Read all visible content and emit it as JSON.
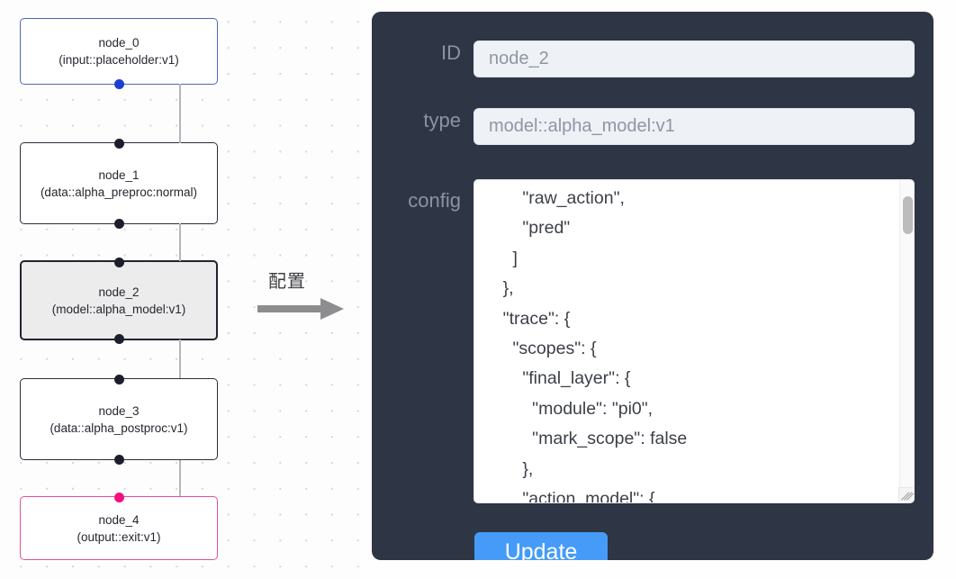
{
  "canvas": {
    "name": "node-flow-canvas",
    "grid_dot_color": "#d6d6d6",
    "edge_color": "#b6b6b9",
    "nodes": [
      {
        "id": "node_0",
        "type": "(input::placeholder:v1)",
        "variant": "input",
        "border_color": "#4b68b8",
        "handle_color": "#1b3fd0",
        "selected": false
      },
      {
        "id": "node_1",
        "type": "(data::alpha_preproc:normal)",
        "variant": "default",
        "border_color": "#2b2d3a",
        "handle_color": "#1c1e2b",
        "selected": false
      },
      {
        "id": "node_2",
        "type": "(model::alpha_model:v1)",
        "variant": "default",
        "border_color": "#22242e",
        "handle_color": "#1c1e2b",
        "selected": true
      },
      {
        "id": "node_3",
        "type": "(data::alpha_postproc:v1)",
        "variant": "default",
        "border_color": "#2b2d3a",
        "handle_color": "#1c1e2b",
        "selected": false
      },
      {
        "id": "node_4",
        "type": "(output::exit:v1)",
        "variant": "output",
        "border_color": "#e0519e",
        "handle_color": "#f3107f",
        "selected": false
      }
    ]
  },
  "annotation": {
    "label": "配置",
    "arrow_icon": "right-arrow-icon",
    "arrow_color": "#8d8d90"
  },
  "panel": {
    "background": "#2e3545",
    "fields": [
      {
        "label": "ID",
        "value": "node_2"
      },
      {
        "label": "type",
        "value": "model::alpha_model:v1"
      },
      {
        "label": "config",
        "value": "        \"raw_action\",\n        \"pred\"\n      ]\n    },\n    \"trace\": {\n      \"scopes\": {\n        \"final_layer\": {\n          \"module\": \"pi0\",\n          \"mark_scope\": false\n        },\n        \"action_model\": {"
      }
    ],
    "scrollbar": {
      "name": "config-scrollbar",
      "thumb_position": "near-top"
    },
    "update_button": {
      "label": "Update",
      "color": "#459bf7"
    }
  }
}
